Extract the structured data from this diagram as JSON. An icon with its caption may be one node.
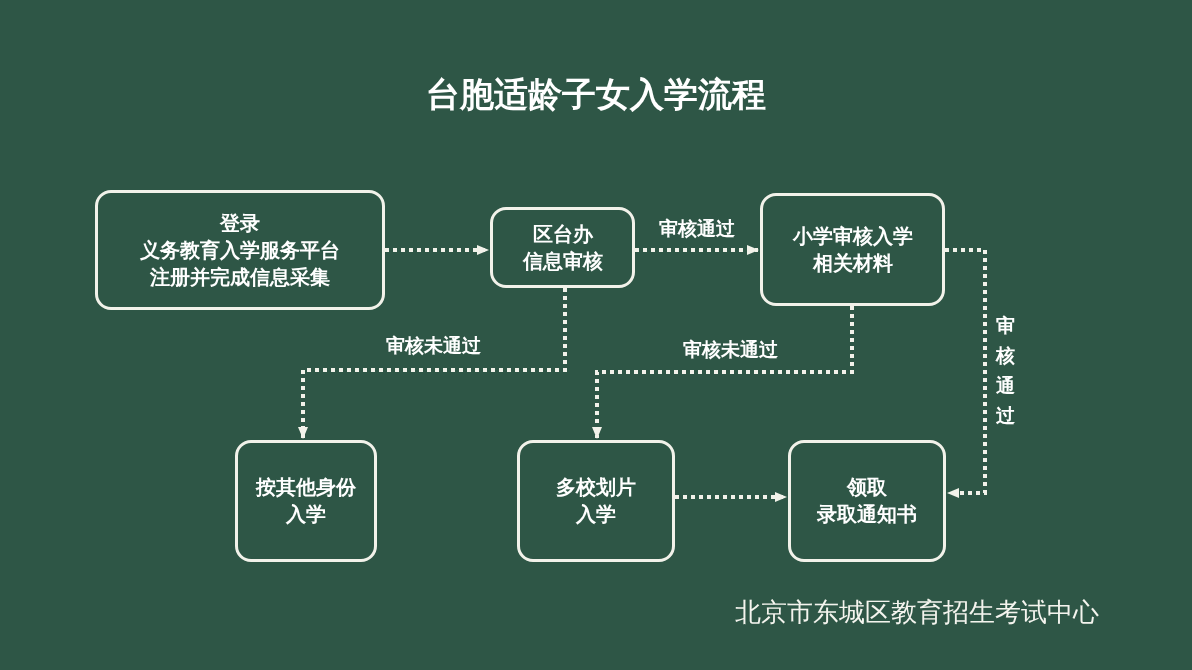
{
  "diagram": {
    "title": "台胞适龄子女入学流程",
    "nodes": [
      {
        "text": [
          "登录",
          "义务教育入学服务平台",
          "注册并完成信息采集"
        ]
      },
      {
        "text": [
          "区台办",
          "信息审核"
        ]
      },
      {
        "text": [
          "小学审核入学",
          "相关材料"
        ]
      },
      {
        "text": [
          "按其他身份",
          "入学"
        ]
      },
      {
        "text": [
          "多校划片",
          "入学"
        ]
      },
      {
        "text": [
          "领取",
          "录取通知书"
        ]
      }
    ],
    "edges": [
      {
        "from": 0,
        "to": 1,
        "arrow": "to"
      },
      {
        "from": 1,
        "to": 2,
        "arrow": "to",
        "label": "审核通过"
      },
      {
        "from": 1,
        "to": 3,
        "arrow": "to",
        "label": "审核未通过"
      },
      {
        "from": 2,
        "to": 4,
        "arrow": "to",
        "label": "审核未通过"
      },
      {
        "from": 2,
        "to": 5,
        "arrow": "to",
        "label": "审核通过"
      },
      {
        "from": 4,
        "to": 5,
        "arrow": "to"
      }
    ],
    "labels": [
      "北京市东城区教育招生考试中心"
    ]
  }
}
